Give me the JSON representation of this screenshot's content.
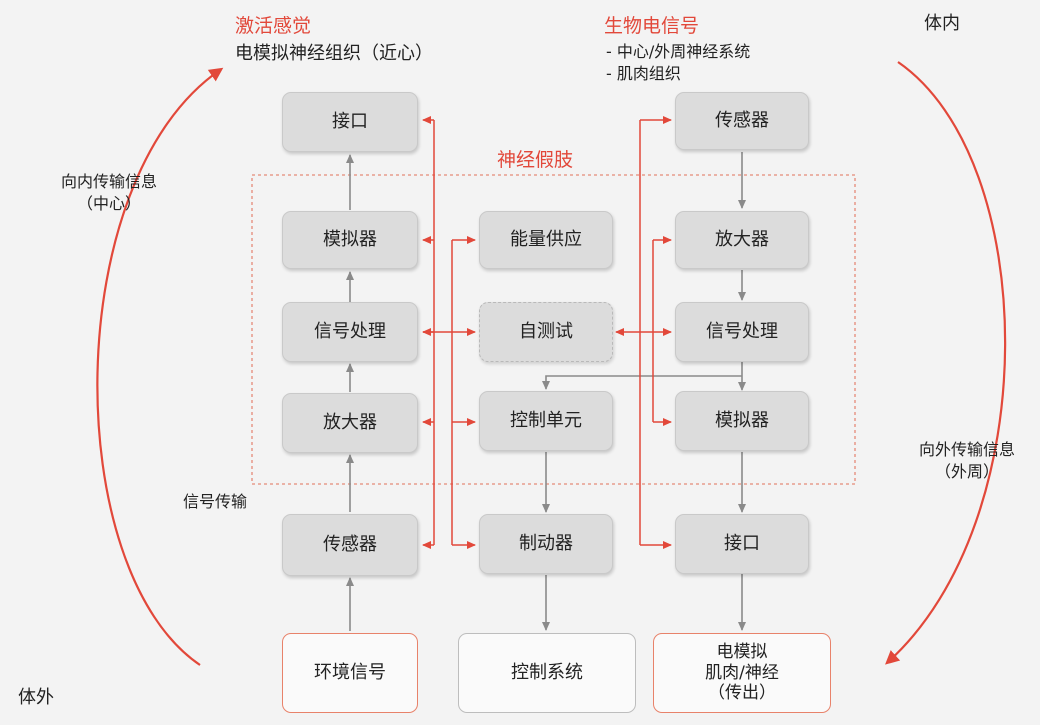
{
  "labels": {
    "inside": "体内",
    "outside": "体外",
    "signal_transmission": "信号传输",
    "prosthesis_title": "神经假肢",
    "inward_line1": "向内传输信息",
    "inward_line2": "（中心）",
    "outward_line1": "向外传输信息",
    "outward_line2": "（外周）"
  },
  "left_header": {
    "title": "激活感觉",
    "subtitle": "电模拟神经组织（近心）"
  },
  "right_header": {
    "title": "生物电信号",
    "items": [
      "- 中心/外周神经系统",
      "- 肌肉组织"
    ]
  },
  "left_column": {
    "interface": "接口",
    "simulator": "模拟器",
    "signal_processing": "信号处理",
    "amplifier": "放大器",
    "sensor": "传感器",
    "environment_signal": "环境信号"
  },
  "middle_column": {
    "power_supply": "能量供应",
    "self_test": "自测试",
    "control_unit": "控制单元",
    "actuator": "制动器",
    "control_system": "控制系统"
  },
  "right_column": {
    "sensor": "传感器",
    "amplifier": "放大器",
    "signal_processing": "信号处理",
    "simulator": "模拟器",
    "interface": "接口",
    "output_line1": "电模拟",
    "output_line2": "肌肉/神经",
    "output_line3": "（传出）"
  },
  "colors": {
    "accent_red": "#e2483a",
    "arrow_gray": "#8a8a8a",
    "box_gray": "#dcdcdc"
  }
}
